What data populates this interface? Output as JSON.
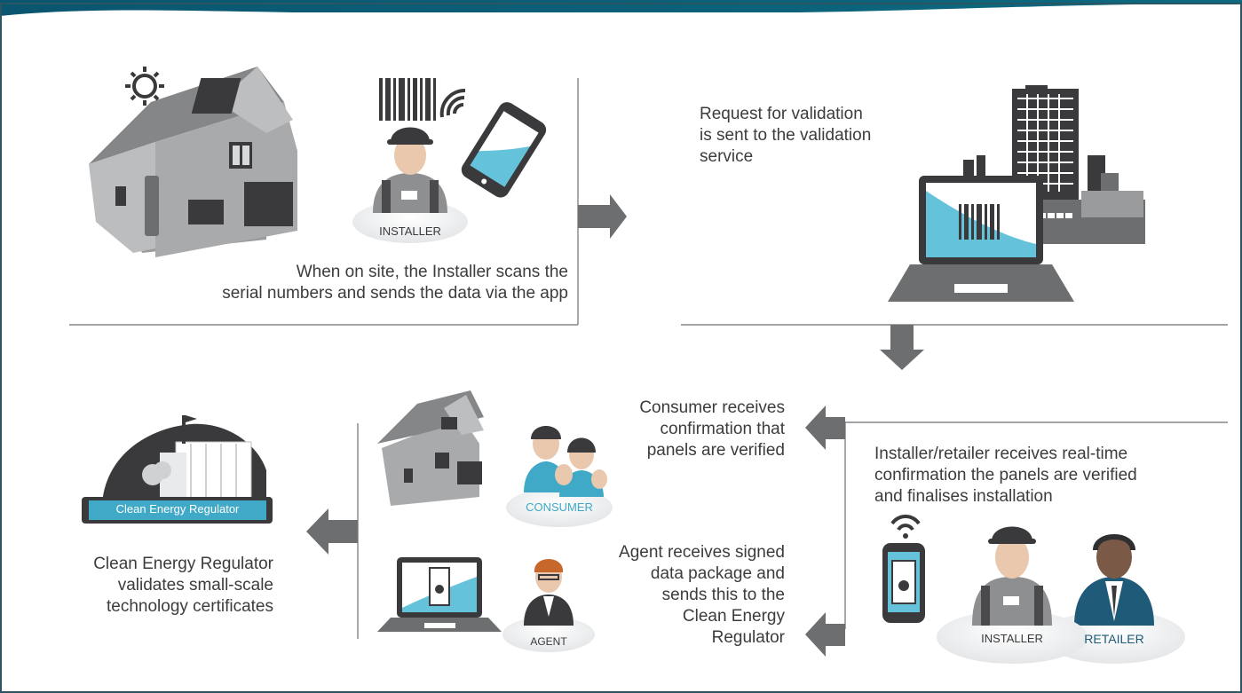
{
  "steps": {
    "step1": "When on site, the Installer scans the\nserial numbers and sends the data via the app",
    "step2": "Request for validation\nis sent to the validation\nservice",
    "step3": "Installer/retailer receives real-time\nconfirmation the panels are verified\nand finalises installation",
    "step4_consumer": "Consumer receives\nconfirmation that\npanels are verified",
    "step4_agent": "Agent receives signed\ndata package and\nsends this to the\nClean Energy\nRegulator",
    "step5": "Clean Energy Regulator\nvalidates small-scale\ntechnology certificates"
  },
  "labels": {
    "installer_top": "INSTALLER",
    "installer_bottom": "INSTALLER",
    "retailer": "RETAILER",
    "consumer": "CONSUMER",
    "agent": "AGENT",
    "regulator_banner": "Clean Energy Regulator"
  },
  "colors": {
    "header": "#0b5f79",
    "frame": "#2a5563",
    "arrow": "#6d6e70",
    "accent": "#3fa9c7",
    "screen": "#64c3db",
    "dark": "#3f3f41",
    "retailer": "#1f5a78"
  }
}
